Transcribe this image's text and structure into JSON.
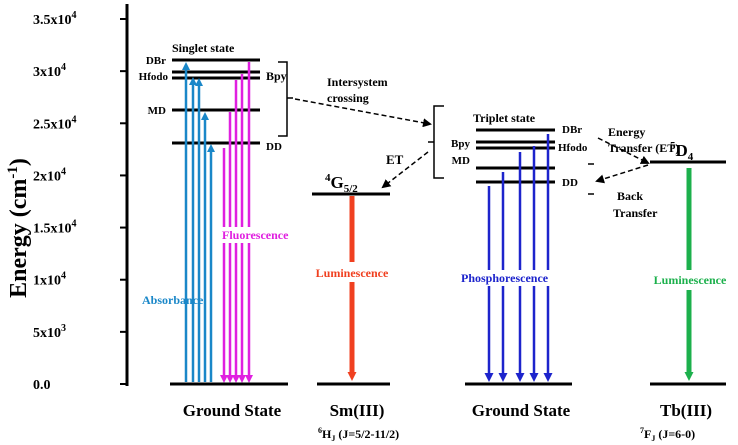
{
  "axis": {
    "label_main": "Energy (cm",
    "label_sup": "-1",
    "label_end": ")",
    "ticks": [
      {
        "value": 35000,
        "mant": "3.5x10",
        "exp": "4"
      },
      {
        "value": 30000,
        "mant": "3x10",
        "exp": "4"
      },
      {
        "value": 25000,
        "mant": "2.5x10",
        "exp": "4"
      },
      {
        "value": 20000,
        "mant": "2x10",
        "exp": "4"
      },
      {
        "value": 15000,
        "mant": "1.5x10",
        "exp": "4"
      },
      {
        "value": 10000,
        "mant": "1x10",
        "exp": "4"
      },
      {
        "value": 5000,
        "mant": "5x10",
        "exp": "3"
      },
      {
        "value": 0,
        "mant": "0.0",
        "exp": ""
      }
    ]
  },
  "singlet": {
    "title": "Singlet state",
    "levels": {
      "dbr": "DBr",
      "hfodo": "Hfodo",
      "md": "MD",
      "dd": "DD"
    },
    "bpy_label": "Bpy",
    "dd_label": "DD",
    "absorbance_label": "Absorbance",
    "fluorescence_label": "Fluorescence",
    "absorbance_color": "#1a87c8",
    "fluorescence_color": "#e020e0"
  },
  "isc": {
    "line1": "Intersystem",
    "line2": "crossing"
  },
  "triplet": {
    "title": "Triplet state",
    "levels": {
      "dbr": "DBr",
      "bpy": "Bpy",
      "hfodo": "Hfodo",
      "md": "MD",
      "dd": "DD"
    },
    "phosphorescence_label": "Phosphorescence",
    "phosphorescence_color": "#1d24cc"
  },
  "sm": {
    "et_label": "ET",
    "level_main": "4",
    "level_letter": "G",
    "level_sub": "5/2",
    "luminescence_label": "Luminescence",
    "luminescence_color": "#f04020",
    "ion_label": "Sm(III)",
    "ground_sup": "6",
    "ground_main": "H",
    "ground_sub": "J",
    "ground_rest": " (J=5/2-11/2)"
  },
  "tb": {
    "et_line1": "Energy",
    "et_line2": "Transfer (ET)",
    "back_line1": "Back",
    "back_line2": "Transfer",
    "level_sup": "5",
    "level_letter": "D",
    "level_sub": "4",
    "luminescence_label": "Luminescence",
    "luminescence_color": "#1cb04c",
    "ion_label": "Tb(III)",
    "ground_sup": "7",
    "ground_main": "F",
    "ground_sub": "J",
    "ground_rest": " (J=6-0)"
  },
  "ground_states": {
    "left": "Ground State",
    "right": "Ground State"
  }
}
